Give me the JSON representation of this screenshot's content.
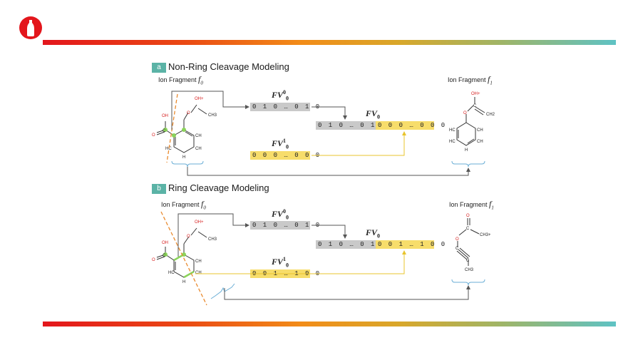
{
  "logo": {
    "icon": "bottle-icon",
    "color": "#e3161c"
  },
  "section_a": {
    "badge": "a",
    "title": "Non-Ring Cleavage Modeling",
    "ion_left": "Ion Fragment",
    "ion_left_sym": "f0",
    "ion_right": "Ion Fragment",
    "ion_right_sym": "f1",
    "fv0_0_label": "FV",
    "fv0_0_bits": "0 1 0 … 0 1 0",
    "fv0_1_label": "FV",
    "fv0_1_bits": "0 0 0 … 0 0 0",
    "fv0_label": "FV",
    "fv0_bits_gray": "0 1 0 … 0 1 0",
    "fv0_bits_yellow": "0 0 0 … 0 0 0"
  },
  "section_b": {
    "badge": "b",
    "title": "Ring Cleavage Modeling",
    "ion_left": "Ion Fragment",
    "ion_left_sym": "f0",
    "ion_right": "Ion Fragment",
    "ion_right_sym": "f1",
    "fv0_0_label": "FV",
    "fv0_0_bits": "0 1 0 … 0 1 0",
    "fv0_1_label": "FV",
    "fv0_1_bits": "0 0 1 … 1 0 0",
    "fv0_label": "FV",
    "fv0_bits_gray": "0 1 0 … 0 1 0",
    "fv0_bits_yellow": "0 0 1 … 1 0 0"
  },
  "atoms": {
    "oh": "OH",
    "o": "O",
    "c": "C",
    "ch": "CH",
    "hc": "HC",
    "h": "H",
    "ch3": "CH3",
    "ch2": "CH2",
    "oh_plus": "OH+",
    "ch3_plus": "CH3+"
  }
}
